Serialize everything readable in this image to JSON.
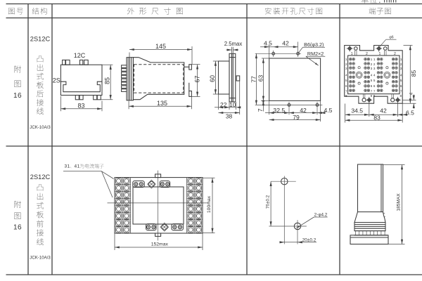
{
  "unit_note": "单位：mm",
  "colors": {
    "ink": "#3a3a3a",
    "background": "#ffffff"
  },
  "table": {
    "headers": {
      "figure_no": "图号",
      "structure": "结构",
      "outline": "外形尺寸图",
      "mounting": "安装开孔尺寸图",
      "terminal": "端子图"
    }
  },
  "rows": [
    {
      "figure_no": "附图16",
      "structure": {
        "model": "2S12C",
        "wiring": "凸出式板后接线",
        "relay_model": "JCK-10A/3"
      },
      "outline": {
        "labels": {
          "top": "12C",
          "side": "2S",
          "height": "85",
          "width": "83",
          "depth_total": "145",
          "depth_body": "135",
          "latch": "67",
          "gap": "2.5max",
          "panel_height": "60",
          "behind": "22",
          "flange": "10",
          "depth_side": "38"
        }
      },
      "mounting": {
        "labels": {
          "offset": "4.5",
          "spacing": "42",
          "hole_note": "B6(φ3.2)",
          "screw_note": "RM2×2",
          "height": "77",
          "cutout_height": "63",
          "foot": "7",
          "left": "32.5",
          "spacing2": "42",
          "right": "4.5",
          "width": "79"
        }
      },
      "terminal": {
        "hole_note": "φ6",
        "col_labels": [
          "1",
          "2",
          "1",
          "2"
        ],
        "row_labels": [
          "1",
          "2",
          "3",
          "4",
          "5",
          "6",
          "7"
        ],
        "stud_label": "8",
        "stud_pair": [
          "8",
          "8"
        ],
        "labels": {
          "height": "85",
          "stud": "4",
          "left": "34.5",
          "spacing": "42",
          "right": "6.5",
          "width": "83"
        }
      }
    },
    {
      "figure_no": "附图16",
      "structure": {
        "model": "2S12C",
        "wiring": "凸出式板前接线",
        "relay_model": "JCK-10A/3"
      },
      "outline": {
        "note": "31、41为电流端子",
        "labels": {
          "width": "152max",
          "height": "100max"
        }
      },
      "mounting": {
        "labels": {
          "vertical": "76±0.2",
          "hole_note": "2-φ4.2",
          "horizontal": "20±0.2"
        }
      },
      "terminal": {
        "labels": {
          "height": "185MAX"
        }
      }
    }
  ]
}
